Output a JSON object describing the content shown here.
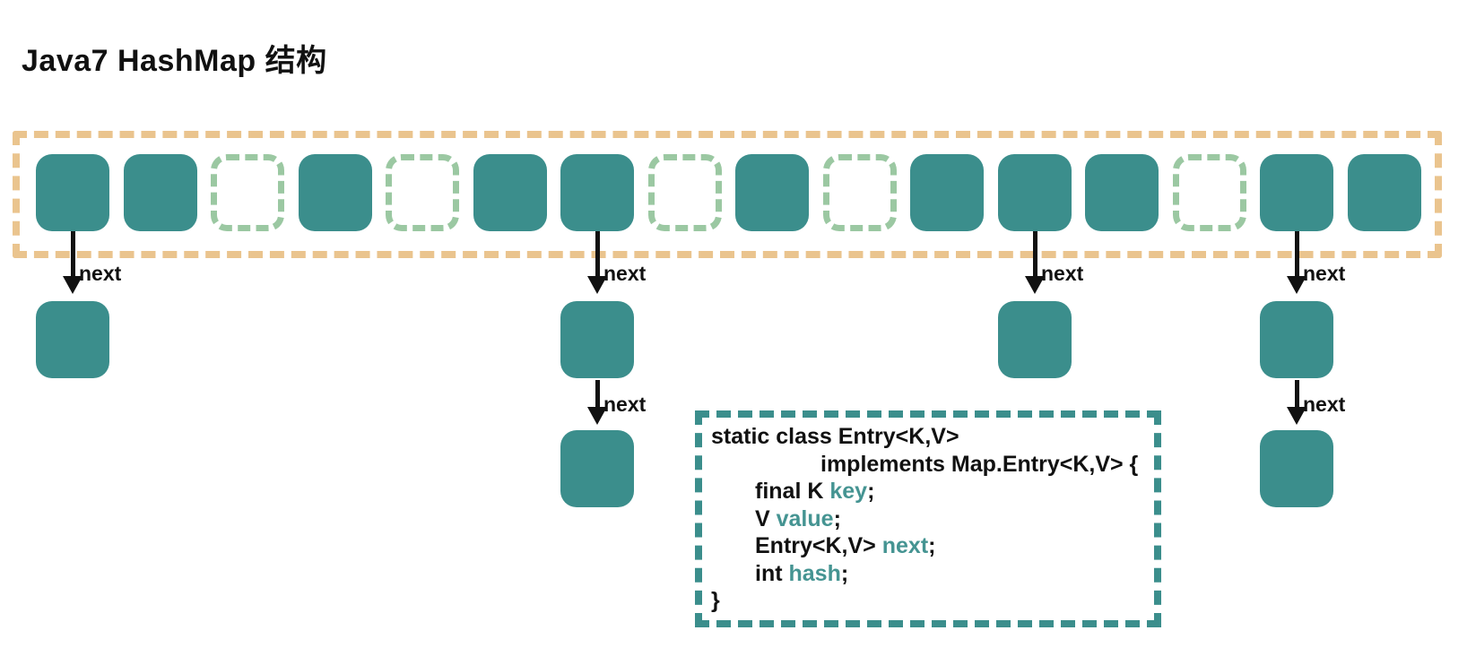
{
  "title": "Java7 HashMap 结构",
  "arrow_label": "next",
  "colors": {
    "teal": "#3B8E8C",
    "teal_text": "#459492",
    "pale_green": "#9BC8A2",
    "tan": "#EAC48E",
    "ink": "#111111"
  },
  "bucket_array": {
    "slots": [
      "filled",
      "filled",
      "empty",
      "filled",
      "empty",
      "filled",
      "filled",
      "empty",
      "filled",
      "empty",
      "filled",
      "filled",
      "filled",
      "empty",
      "filled",
      "filled"
    ]
  },
  "chains": [
    {
      "bucket_index": 0,
      "node_count": 1
    },
    {
      "bucket_index": 6,
      "node_count": 2
    },
    {
      "bucket_index": 11,
      "node_count": 1
    },
    {
      "bucket_index": 14,
      "node_count": 2
    }
  ],
  "code_block": {
    "lines": [
      {
        "indent": 0,
        "segments": [
          {
            "text": "static class Entry<K,V>",
            "color": "black"
          }
        ]
      },
      {
        "indent": 2,
        "segments": [
          {
            "text": "implements Map.Entry<K,V> {",
            "color": "black"
          }
        ]
      },
      {
        "indent": 1,
        "segments": [
          {
            "text": "final K ",
            "color": "black"
          },
          {
            "text": "key",
            "color": "teal"
          },
          {
            "text": ";",
            "color": "black"
          }
        ]
      },
      {
        "indent": 1,
        "segments": [
          {
            "text": "V ",
            "color": "black"
          },
          {
            "text": "value",
            "color": "teal"
          },
          {
            "text": ";",
            "color": "black"
          }
        ]
      },
      {
        "indent": 1,
        "segments": [
          {
            "text": "Entry<K,V> ",
            "color": "black"
          },
          {
            "text": "next",
            "color": "teal"
          },
          {
            "text": ";",
            "color": "black"
          }
        ]
      },
      {
        "indent": 1,
        "segments": [
          {
            "text": "int ",
            "color": "black"
          },
          {
            "text": "hash",
            "color": "teal"
          },
          {
            "text": ";",
            "color": "black"
          }
        ]
      },
      {
        "indent": 0,
        "segments": [
          {
            "text": "}",
            "color": "black"
          }
        ]
      }
    ]
  }
}
